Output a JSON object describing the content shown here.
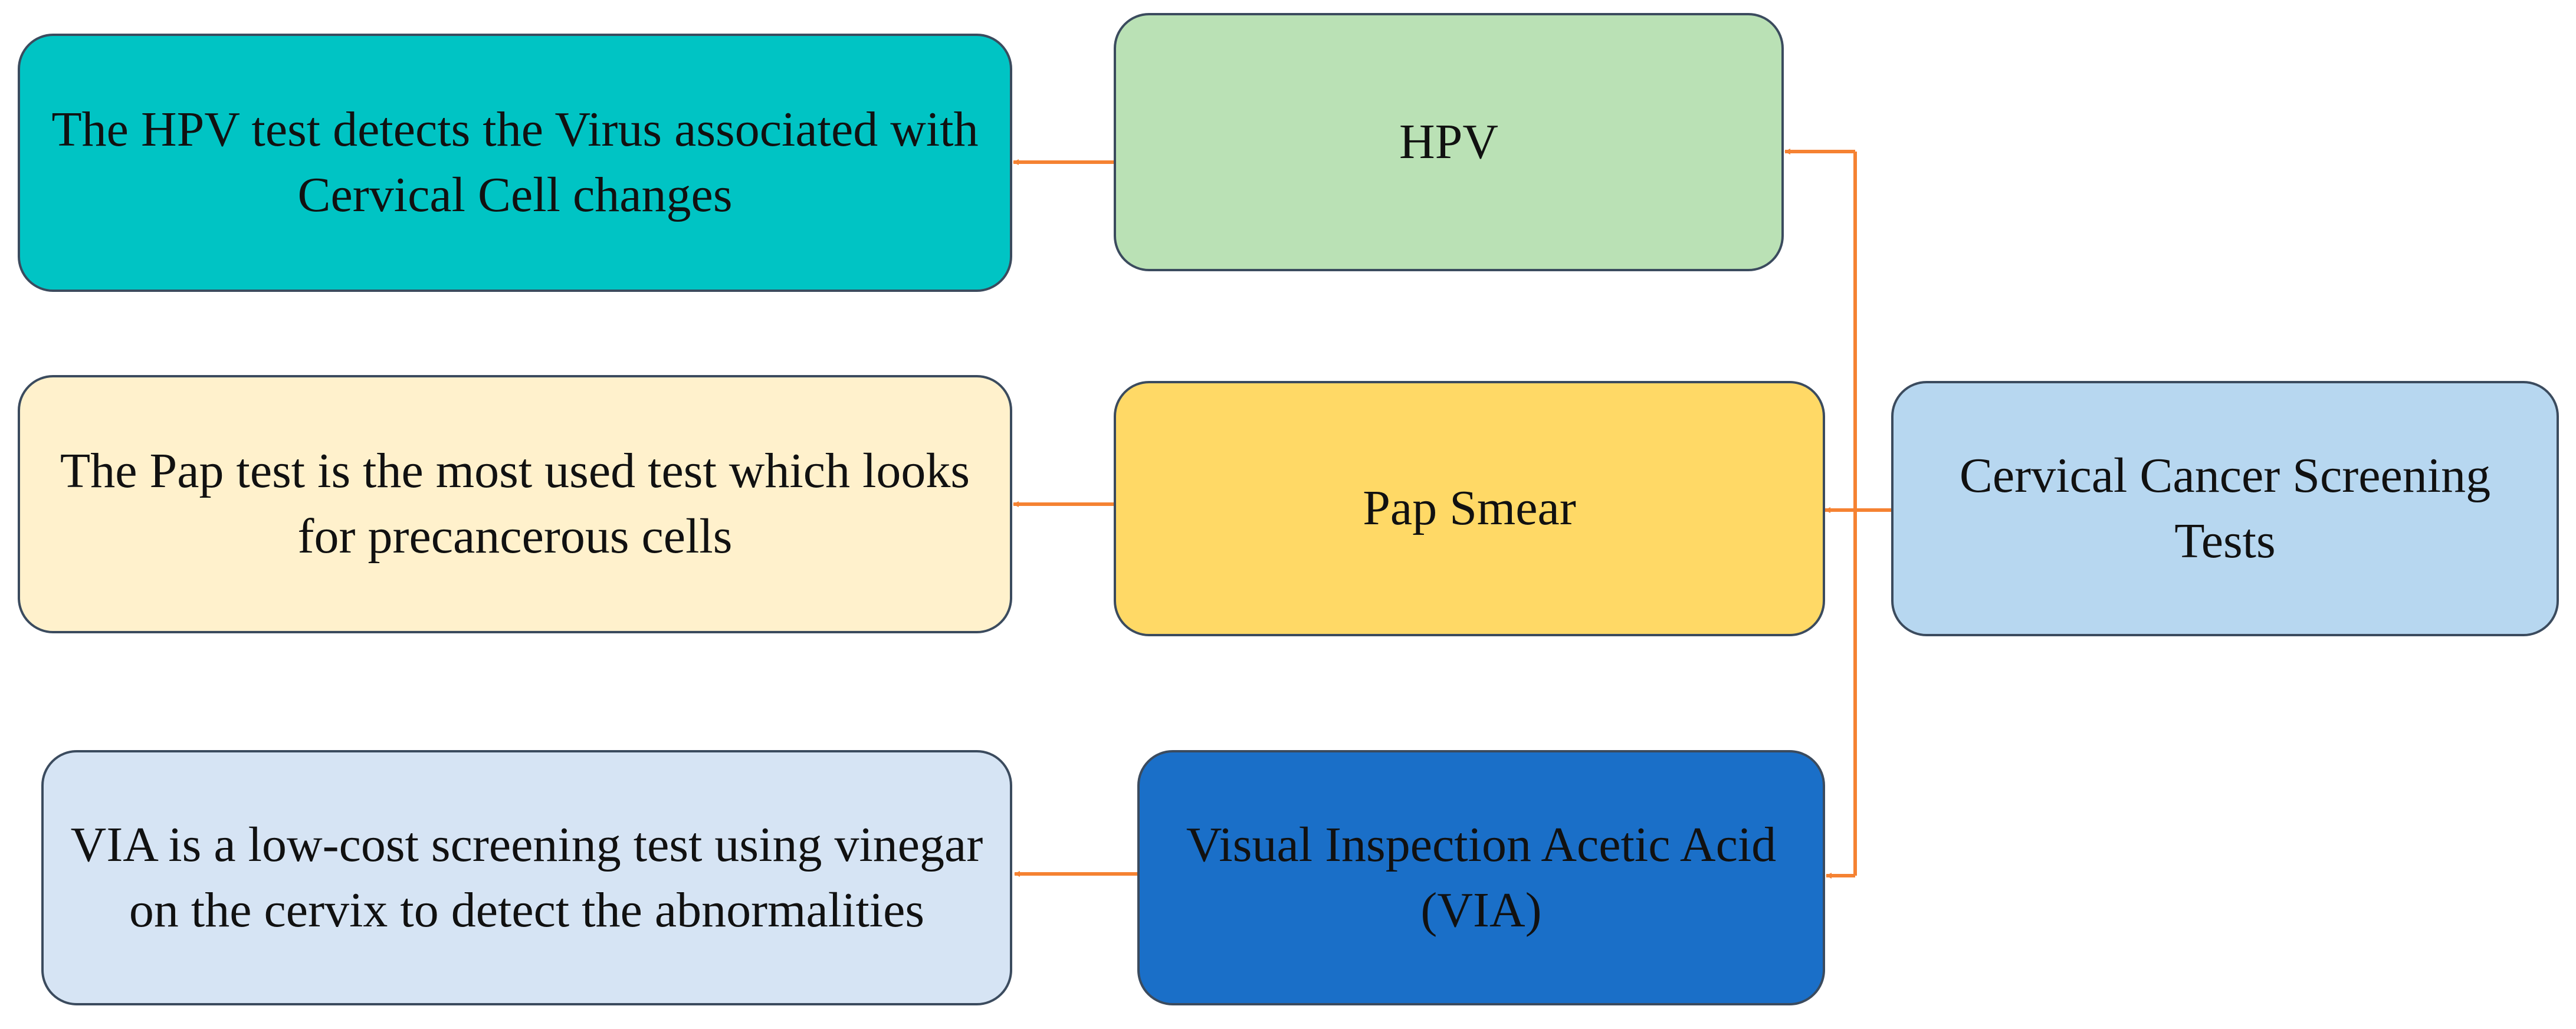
{
  "diagram": {
    "root": {
      "label": "Cervical Cancer Screening Tests",
      "fill": "#b7d7f0"
    },
    "tests": [
      {
        "name": "HPV",
        "fill": "#bae1b5",
        "description": "The HPV test detects the Virus associated with Cervical Cell changes",
        "description_fill": "#00c4c4"
      },
      {
        "name": "Pap Smear",
        "fill": "#ffd966",
        "description": "The Pap test is the most  used test which looks for precancerous cells",
        "description_fill": "#fff1cc"
      },
      {
        "name": "Visual Inspection Acetic Acid (VIA)",
        "fill": "#1a6fc8",
        "description": "VIA is a low-cost screening test using vinegar on the cervix to detect the abnormalities",
        "description_fill": "#d6e4f4"
      }
    ],
    "connector_color": "#f58232",
    "border_color": "#3b4b5e"
  }
}
